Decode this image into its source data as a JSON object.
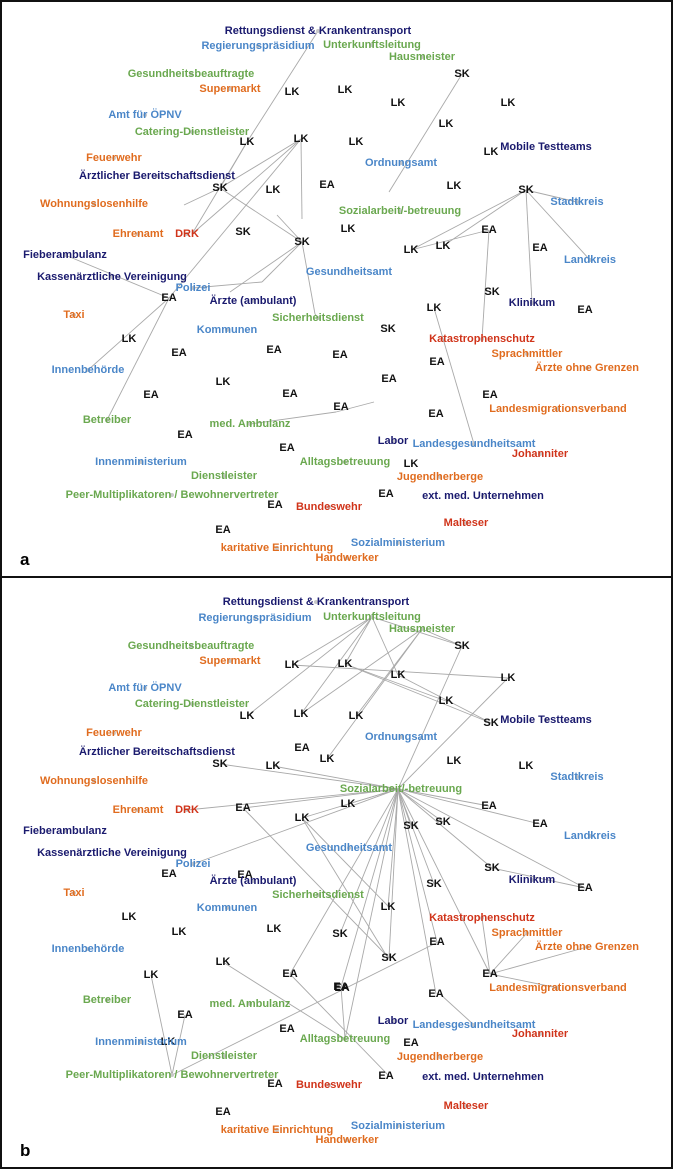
{
  "colors": {
    "navy": "#1a1a6e",
    "blue": "#4a86c8",
    "green": "#6aa84f",
    "orange": "#e06c1f",
    "red": "#d0341a",
    "black": "#111111",
    "edge": "#a9a9a9"
  },
  "panels": [
    {
      "id": "a",
      "label": "a",
      "center": "Gesundheitsamt",
      "nodes": [
        {
          "text": "Rettungsdienst & Krankentransport",
          "color": "navy"
        },
        {
          "text": "Regierungspräsidium",
          "color": "blue"
        },
        {
          "text": "Unterkunftsleitung",
          "color": "green"
        },
        {
          "text": "Hausmeister",
          "color": "green"
        },
        {
          "text": "Gesundheitsbeauftragte",
          "color": "green"
        },
        {
          "text": "Supermarkt",
          "color": "orange"
        },
        {
          "text": "Amt für ÖPNV",
          "color": "blue"
        },
        {
          "text": "Catering-Dienstleister",
          "color": "green"
        },
        {
          "text": "Feuerwehr",
          "color": "orange"
        },
        {
          "text": "Ärztlicher Bereitschaftsdienst",
          "color": "navy"
        },
        {
          "text": "Wohnungslosenhilfe",
          "color": "orange"
        },
        {
          "text": "Ehrenamt",
          "color": "orange"
        },
        {
          "text": "DRK",
          "color": "red"
        },
        {
          "text": "Fieberambulanz",
          "color": "navy"
        },
        {
          "text": "Kassenärztliche Vereinigung",
          "color": "navy"
        },
        {
          "text": "Polizei",
          "color": "blue"
        },
        {
          "text": "Taxi",
          "color": "orange"
        },
        {
          "text": "Ärzte (ambulant)",
          "color": "navy"
        },
        {
          "text": "Kommunen",
          "color": "blue"
        },
        {
          "text": "Sicherheitsdienst",
          "color": "green"
        },
        {
          "text": "Innenbehörde",
          "color": "blue"
        },
        {
          "text": "Betreiber",
          "color": "green"
        },
        {
          "text": "med. Ambulanz",
          "color": "green"
        },
        {
          "text": "Innenministerium",
          "color": "blue"
        },
        {
          "text": "Dienstleister",
          "color": "green"
        },
        {
          "text": "Peer-Multiplikatoren / Bewohnervertreter",
          "color": "green"
        },
        {
          "text": "Alltagsbetreuung",
          "color": "green"
        },
        {
          "text": "Bundeswehr",
          "color": "red"
        },
        {
          "text": "Labor",
          "color": "navy"
        },
        {
          "text": "Landesgesundheitsamt",
          "color": "blue"
        },
        {
          "text": "Johanniter",
          "color": "red"
        },
        {
          "text": "Jugendherberge",
          "color": "orange"
        },
        {
          "text": "ext. med. Unternehmen",
          "color": "navy"
        },
        {
          "text": "Malteser",
          "color": "red"
        },
        {
          "text": "Sozialministerium",
          "color": "blue"
        },
        {
          "text": "karitative Einrichtung",
          "color": "orange"
        },
        {
          "text": "Handwerker",
          "color": "orange"
        },
        {
          "text": "Ordnungsamt",
          "color": "blue"
        },
        {
          "text": "Sozialarbeit/-betreuung",
          "color": "green"
        },
        {
          "text": "Mobile Testteams",
          "color": "navy"
        },
        {
          "text": "Stadtkreis",
          "color": "blue"
        },
        {
          "text": "Landkreis",
          "color": "blue"
        },
        {
          "text": "Klinikum",
          "color": "navy"
        },
        {
          "text": "Katastrophenschutz",
          "color": "red"
        },
        {
          "text": "Sprachmittler",
          "color": "orange"
        },
        {
          "text": "Ärzte ohne Grenzen",
          "color": "orange"
        },
        {
          "text": "Landesmigrationsverband",
          "color": "orange"
        }
      ],
      "markers": [
        "SK",
        "LK",
        "LK",
        "LK",
        "LK",
        "LK",
        "LK",
        "LK",
        "LK",
        "LK",
        "SK",
        "EA",
        "SK",
        "SK",
        "LK",
        "LK",
        "LK",
        "LK",
        "LK",
        "SK",
        "SK",
        "EA",
        "LK",
        "LK",
        "SK",
        "EA",
        "EA",
        "LK",
        "EA",
        "EA",
        "EA",
        "EA",
        "EA",
        "EA",
        "EA",
        "EA",
        "EA",
        "EA",
        "EA",
        "EA",
        "EA",
        "EA",
        "EA",
        "EA",
        "LK"
      ]
    },
    {
      "id": "b",
      "label": "b",
      "center": "Sozialarbeit/-betreuung",
      "nodes": [
        {
          "text": "Rettungsdienst & Krankentransport",
          "color": "navy"
        },
        {
          "text": "Regierungspräsidium",
          "color": "blue"
        },
        {
          "text": "Unterkunftsleitung",
          "color": "green"
        },
        {
          "text": "Hausmeister",
          "color": "green"
        },
        {
          "text": "Gesundheitsbeauftragte",
          "color": "green"
        },
        {
          "text": "Supermarkt",
          "color": "orange"
        },
        {
          "text": "Amt für ÖPNV",
          "color": "blue"
        },
        {
          "text": "Catering-Dienstleister",
          "color": "green"
        },
        {
          "text": "Feuerwehr",
          "color": "orange"
        },
        {
          "text": "Ärztlicher Bereitschaftsdienst",
          "color": "navy"
        },
        {
          "text": "Wohnungslosenhilfe",
          "color": "orange"
        },
        {
          "text": "Ehrenamt",
          "color": "orange"
        },
        {
          "text": "DRK",
          "color": "red"
        },
        {
          "text": "Fieberambulanz",
          "color": "navy"
        },
        {
          "text": "Kassenärztliche Vereinigung",
          "color": "navy"
        },
        {
          "text": "Polizei",
          "color": "blue"
        },
        {
          "text": "Taxi",
          "color": "orange"
        },
        {
          "text": "Ärzte (ambulant)",
          "color": "navy"
        },
        {
          "text": "Kommunen",
          "color": "blue"
        },
        {
          "text": "Sicherheitsdienst",
          "color": "green"
        },
        {
          "text": "Innenbehörde",
          "color": "blue"
        },
        {
          "text": "Betreiber",
          "color": "green"
        },
        {
          "text": "med. Ambulanz",
          "color": "green"
        },
        {
          "text": "Innenministerium",
          "color": "blue"
        },
        {
          "text": "Dienstleister",
          "color": "green"
        },
        {
          "text": "Peer-Multiplikatoren / Bewohnervertreter",
          "color": "green"
        },
        {
          "text": "Alltagsbetreuung",
          "color": "green"
        },
        {
          "text": "Bundeswehr",
          "color": "red"
        },
        {
          "text": "Labor",
          "color": "navy"
        },
        {
          "text": "Landesgesundheitsamt",
          "color": "blue"
        },
        {
          "text": "Johanniter",
          "color": "red"
        },
        {
          "text": "Jugendherberge",
          "color": "orange"
        },
        {
          "text": "ext. med. Unternehmen",
          "color": "navy"
        },
        {
          "text": "Malteser",
          "color": "red"
        },
        {
          "text": "Sozialministerium",
          "color": "blue"
        },
        {
          "text": "karitative Einrichtung",
          "color": "orange"
        },
        {
          "text": "Handwerker",
          "color": "orange"
        },
        {
          "text": "Ordnungsamt",
          "color": "blue"
        },
        {
          "text": "Gesundheitsamt",
          "color": "blue"
        },
        {
          "text": "Mobile Testteams",
          "color": "navy"
        },
        {
          "text": "Stadtkreis",
          "color": "blue"
        },
        {
          "text": "Landkreis",
          "color": "blue"
        },
        {
          "text": "Klinikum",
          "color": "navy"
        },
        {
          "text": "Katastrophenschutz",
          "color": "red"
        },
        {
          "text": "Sprachmittler",
          "color": "orange"
        },
        {
          "text": "Ärzte ohne Grenzen",
          "color": "orange"
        },
        {
          "text": "Landesmigrationsverband",
          "color": "orange"
        }
      ],
      "markers": [
        "SK",
        "LK",
        "LK",
        "LK",
        "LK",
        "LK",
        "LK",
        "LK",
        "LK",
        "SK",
        "SK",
        "LK",
        "LK",
        "LK",
        "LK",
        "LK",
        "LK",
        "SK",
        "SK",
        "EA",
        "SK",
        "EA",
        "SK",
        "LK",
        "LK",
        "LK",
        "LK",
        "LK",
        "SK",
        "SK",
        "LK",
        "EA",
        "EA",
        "EA",
        "EA",
        "EA",
        "EA",
        "EA",
        "EA",
        "EA",
        "EA",
        "EA",
        "EA",
        "EA",
        "EA",
        "EA",
        "EA",
        "EA",
        "LK"
      ]
    }
  ]
}
